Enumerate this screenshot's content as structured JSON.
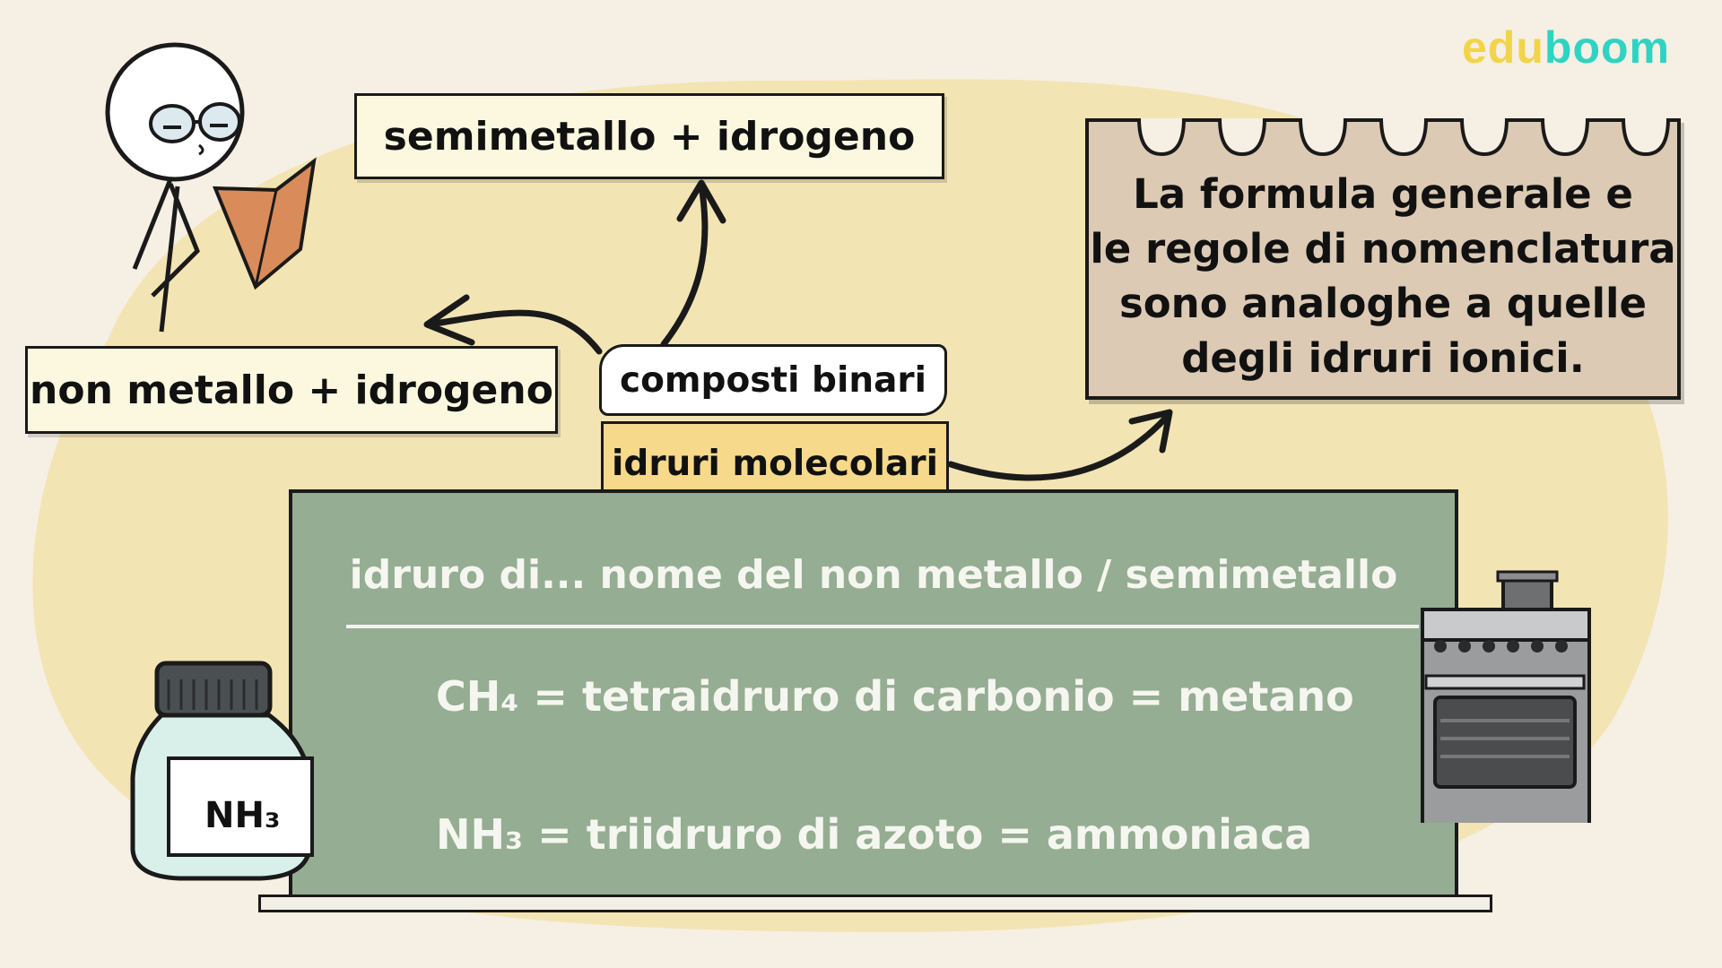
{
  "logo": {
    "part1": "edu",
    "part2": "boom"
  },
  "left_box": "non metallo + idrogeno",
  "top_box": "semimetallo + idrogeno",
  "note": {
    "lines": [
      "La formula generale e",
      "le regole di nomenclatura",
      "sono analoghe a quelle",
      "degli idruri ionici."
    ]
  },
  "tags": {
    "binary": "composti binari",
    "hydrides": "idruri molecolari"
  },
  "board": {
    "heading": "idruro di... nome del non metallo / semimetallo",
    "rows": [
      "CH₄  = tetraidruro di carbonio = metano",
      "NH₃ = triidruro di azoto = ammoniaca"
    ]
  },
  "jar_label": "NH₃",
  "colors": {
    "background": "#f6efe3",
    "blob": "#f3e4b4",
    "board": "#95ad92",
    "note": "#dccab4",
    "tag_hydrides": "#f6d98a",
    "logo_edu": "#f2d44a",
    "logo_boom": "#2fd3c2"
  },
  "icons": [
    "character-reading-book",
    "jar-icon",
    "stove-icon",
    "arrow-icon"
  ]
}
